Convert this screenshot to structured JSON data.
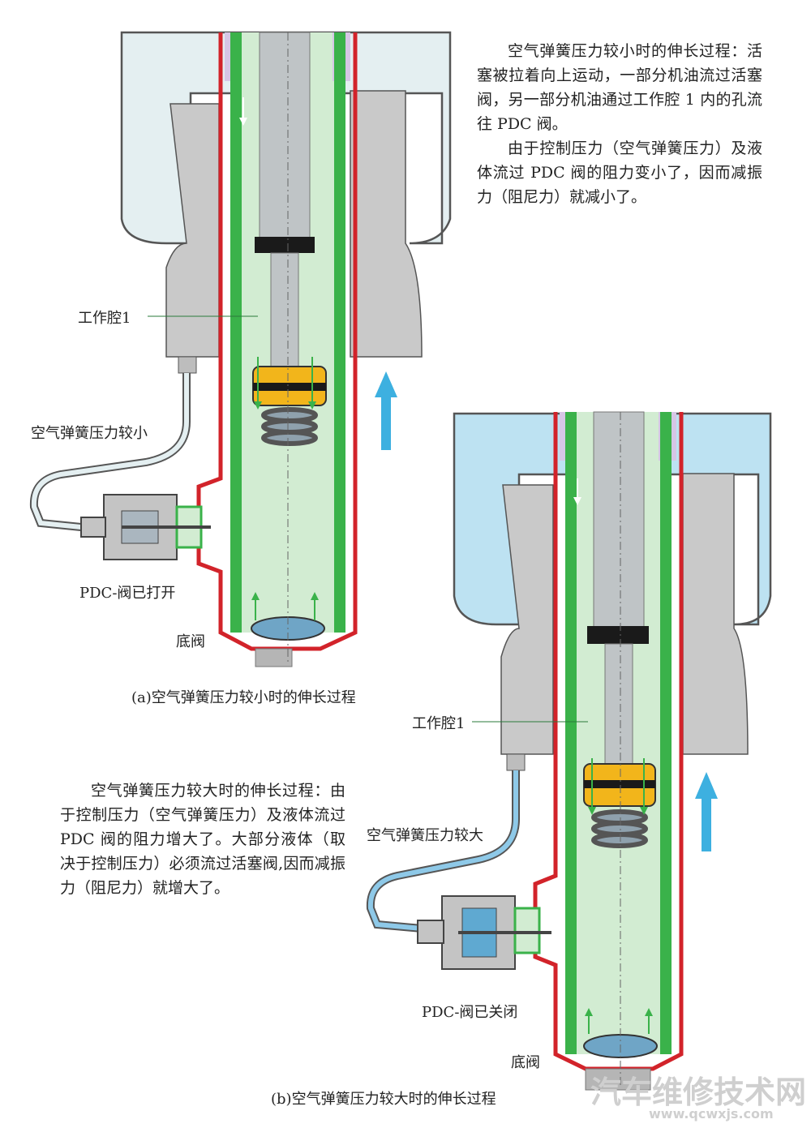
{
  "figure_a": {
    "paragraph_1": "空气弹簧压力较小时的伸长过程：活塞被拉着向上运动，一部分机油流过活塞阀，另一部分机油通过工作腔 1 内的孔流往 PDC 阀。",
    "paragraph_2": "由于控制压力（空气弹簧压力）及液体流过 PDC 阀的阻力变小了，因而减振力（阻尼力）就减小了。",
    "label_chamber": "工作腔1",
    "label_pressure": "空气弹簧压力较小",
    "label_pdc": "PDC-阀已打开",
    "label_base_valve": "底阀",
    "caption": "(a)空气弹簧压力较小时的伸长过程"
  },
  "figure_b": {
    "paragraph": "空气弹簧压力较大时的伸长过程：由于控制压力（空气弹簧压力）及液体流过 PDC 阀的阻力增大了。大部分液体（取决于控制压力）必须流过活塞阀,因而减振力（阻尼力）就增大了。",
    "label_chamber": "工作腔1",
    "label_pressure": "空气弹簧压力较大",
    "label_pdc": "PDC-阀已关闭",
    "label_base_valve": "底阀",
    "caption": "(b)空气弹簧压力较大时的伸长过程"
  },
  "watermark": {
    "title": "汽车维修技术网",
    "url": "www.qcwxjs.com"
  },
  "colors": {
    "air_spring_low": "#e4eff1",
    "air_spring_high": "#bde2f2",
    "oil": "#d2ecd2",
    "wall_green": "#3ab24a",
    "outer_tube": "#d2232a",
    "flow_arrow": "#3db0e0",
    "piston_yellow": "#f2b51b"
  }
}
